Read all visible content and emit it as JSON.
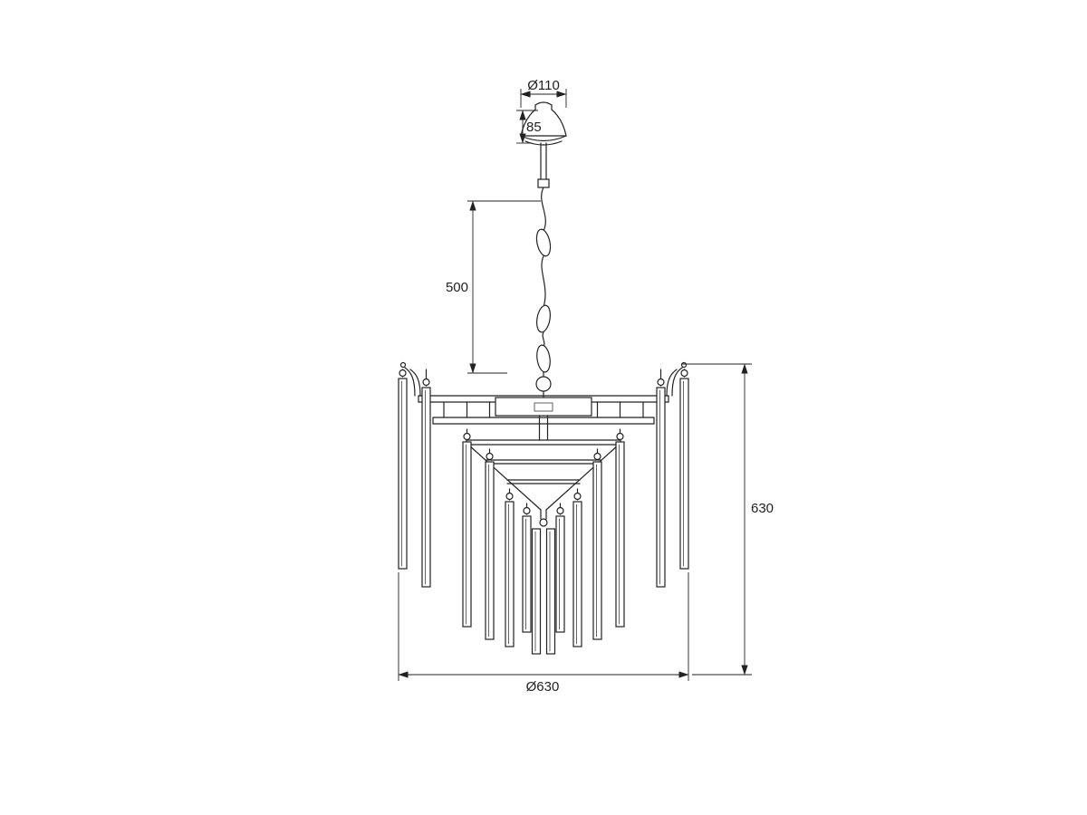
{
  "drawing": {
    "labels": {
      "canopy_diameter": "Ø110",
      "canopy_height": "85",
      "chain_length": "500",
      "body_height": "630",
      "body_diameter": "Ø630"
    },
    "colors": {
      "line": "#222222",
      "background": "#ffffff"
    }
  }
}
